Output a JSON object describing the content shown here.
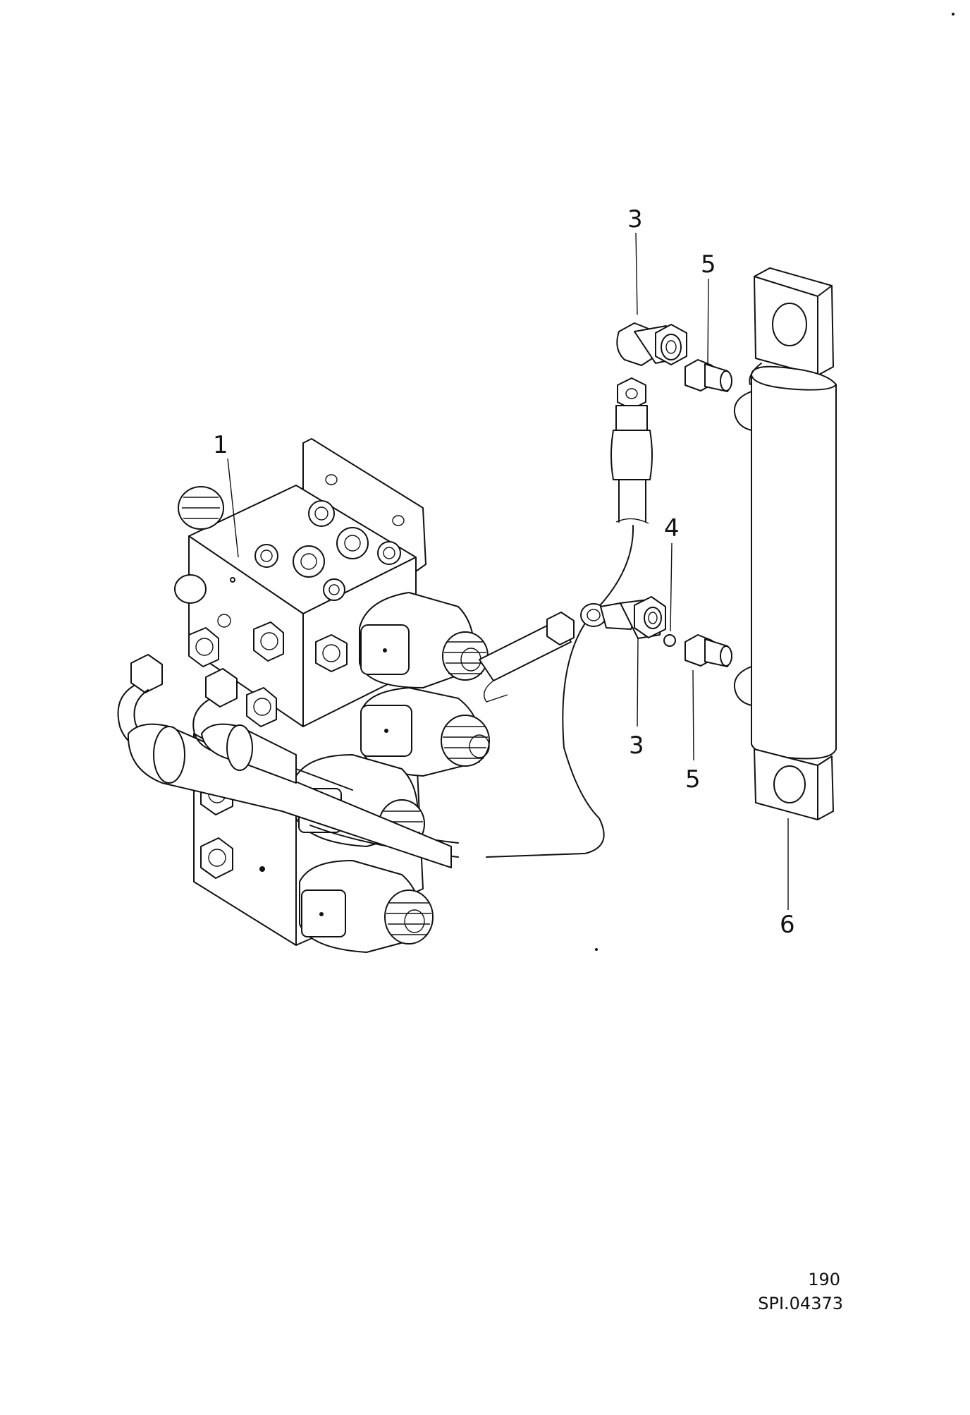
{
  "callouts": {
    "c1": "1",
    "c3_top": "3",
    "c3_bottom": "3",
    "c4": "4",
    "c5_top": "5",
    "c5_bottom": "5",
    "c6": "6"
  },
  "footer": {
    "page_number": "190",
    "drawing_id": "SPI.04373"
  }
}
